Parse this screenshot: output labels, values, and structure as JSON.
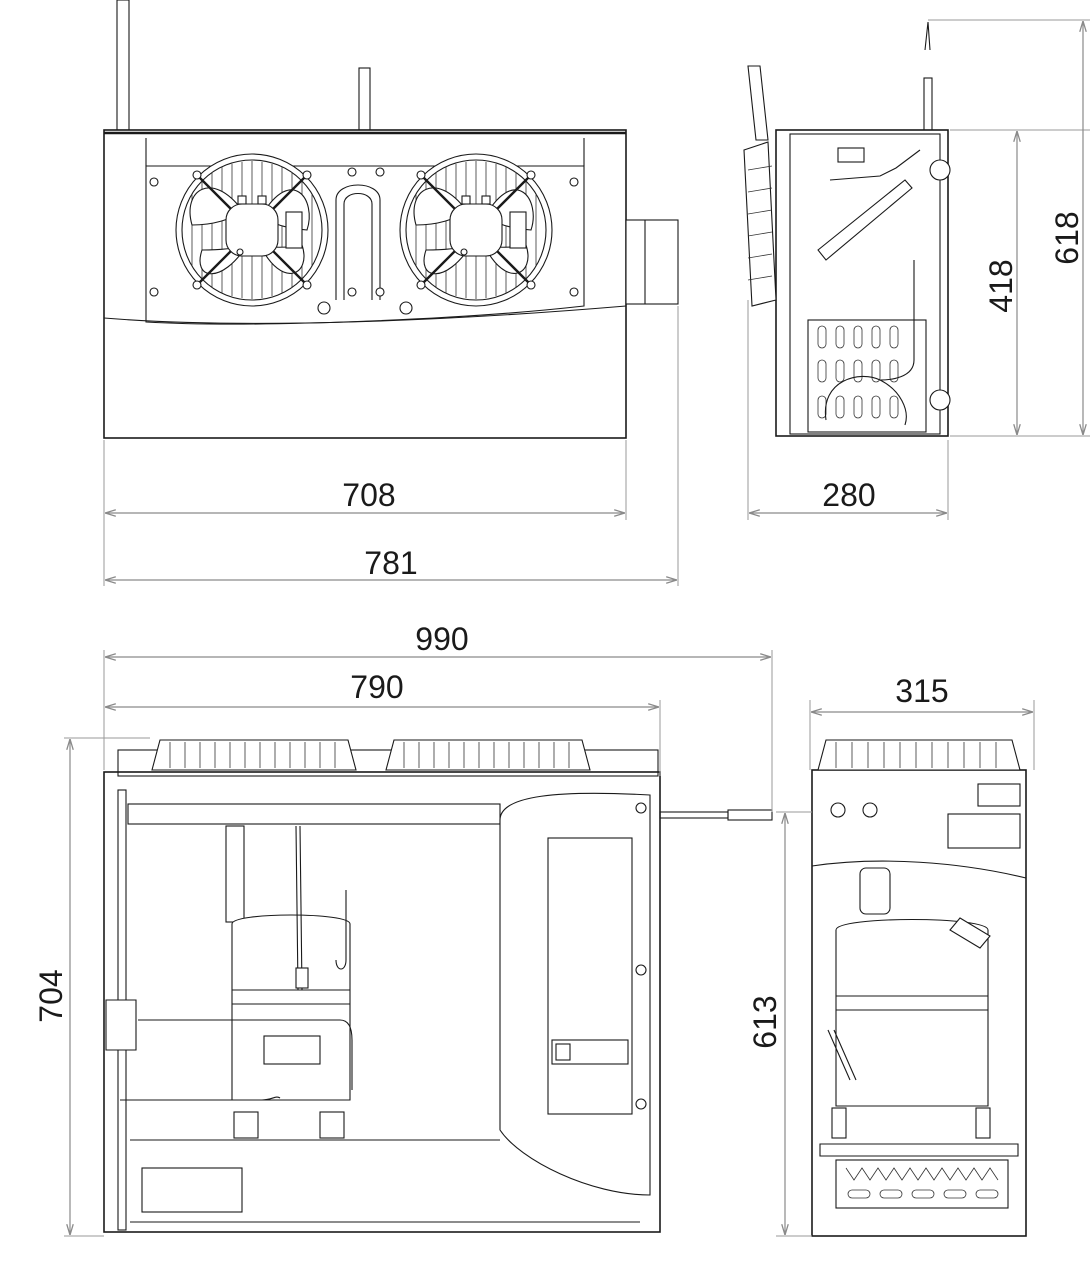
{
  "views": {
    "top_front": {
      "width_inner": "708",
      "width_overall": "781"
    },
    "top_side": {
      "depth": "280",
      "height_coil": "418",
      "height_overall": "618"
    },
    "bottom_front": {
      "width_overall": "990",
      "width_body": "790",
      "height": "704"
    },
    "bottom_side": {
      "depth": "315",
      "height": "613"
    }
  },
  "colors": {
    "line": "#1a1a1a",
    "dimension": "#8a8a8a",
    "background": "#ffffff"
  }
}
